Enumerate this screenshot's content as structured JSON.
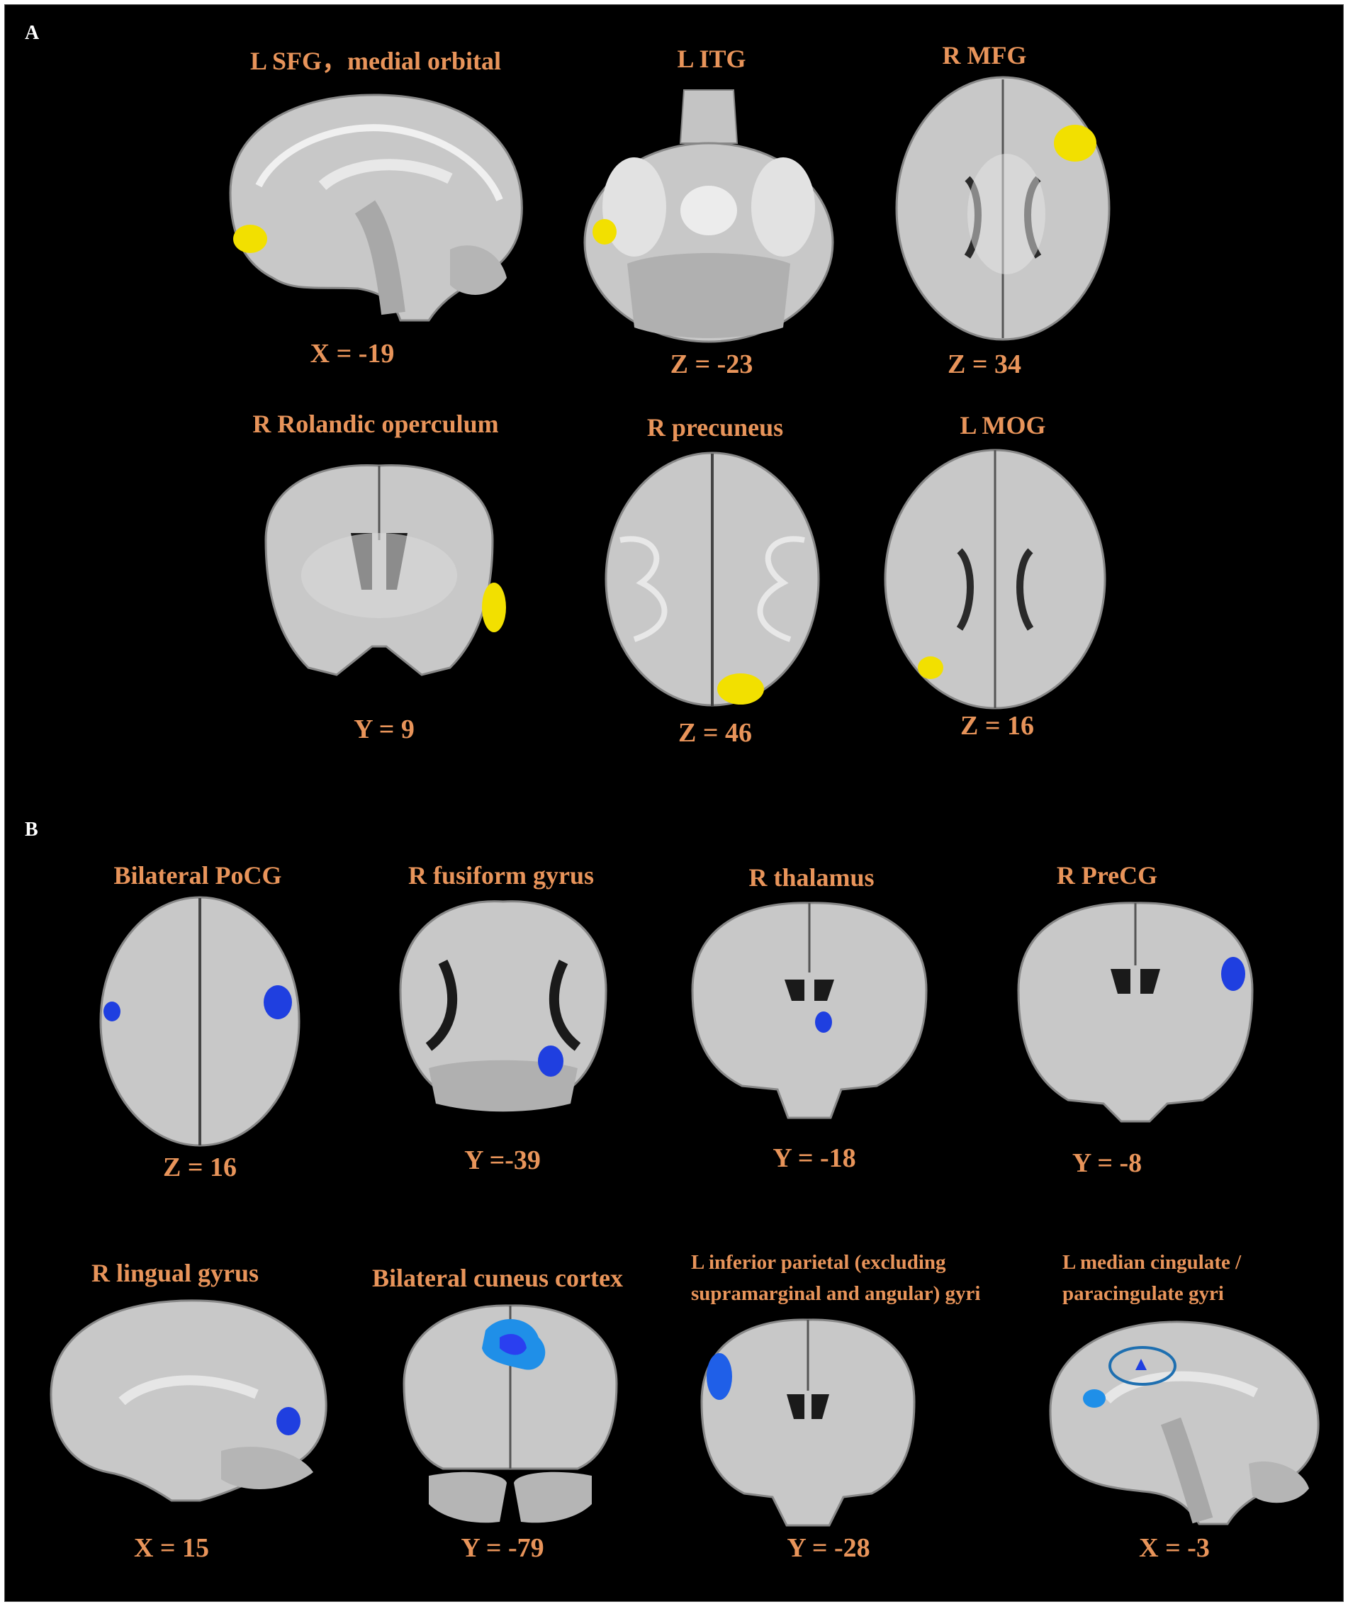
{
  "colors": {
    "background": "#000000",
    "label": "#e8945a",
    "increase_cluster": "#f2e000",
    "decrease_cluster": "#1f3fe0",
    "highlight_circle": "#1e6fb0"
  },
  "panel_a": {
    "letter": "A",
    "items": [
      {
        "title": "L SFG，medial orbital",
        "coord": "X = -19",
        "view": "sagittal",
        "cluster": "increase"
      },
      {
        "title": "L ITG",
        "coord": "Z = -23",
        "view": "axial-low",
        "cluster": "increase"
      },
      {
        "title": "R MFG",
        "coord": "Z = 34",
        "view": "axial",
        "cluster": "increase"
      },
      {
        "title": "R Rolandic operculum",
        "coord": "Y = 9",
        "view": "coronal",
        "cluster": "increase"
      },
      {
        "title": "R precuneus",
        "coord": "Z = 46",
        "view": "axial-high",
        "cluster": "increase"
      },
      {
        "title": "L MOG",
        "coord": "Z = 16",
        "view": "axial",
        "cluster": "increase"
      }
    ]
  },
  "panel_b": {
    "letter": "B",
    "items": [
      {
        "title": "Bilateral PoCG",
        "coord": "Z = 16",
        "view": "axial-high",
        "cluster": "decrease"
      },
      {
        "title": "R fusiform gyrus",
        "coord": "Y =-39",
        "view": "coronal-posterior",
        "cluster": "decrease"
      },
      {
        "title": "R thalamus",
        "coord": "Y = -18",
        "view": "coronal",
        "cluster": "decrease"
      },
      {
        "title": "R PreCG",
        "coord": "Y = -8",
        "view": "coronal",
        "cluster": "decrease"
      },
      {
        "title": "R lingual gyrus",
        "coord": "X = 15",
        "view": "sagittal",
        "cluster": "decrease"
      },
      {
        "title": "Bilateral cuneus cortex",
        "coord": "Y = -79",
        "view": "coronal-posterior",
        "cluster": "decrease"
      },
      {
        "title_line1": "L inferior parietal (excluding",
        "title_line2": "supramarginal and angular) gyri",
        "coord": "Y = -28",
        "view": "coronal",
        "cluster": "decrease"
      },
      {
        "title_line1": "L median cingulate /",
        "title_line2": "paracingulate gyri",
        "coord": "X = -3",
        "view": "sagittal",
        "cluster": "decrease"
      }
    ]
  }
}
